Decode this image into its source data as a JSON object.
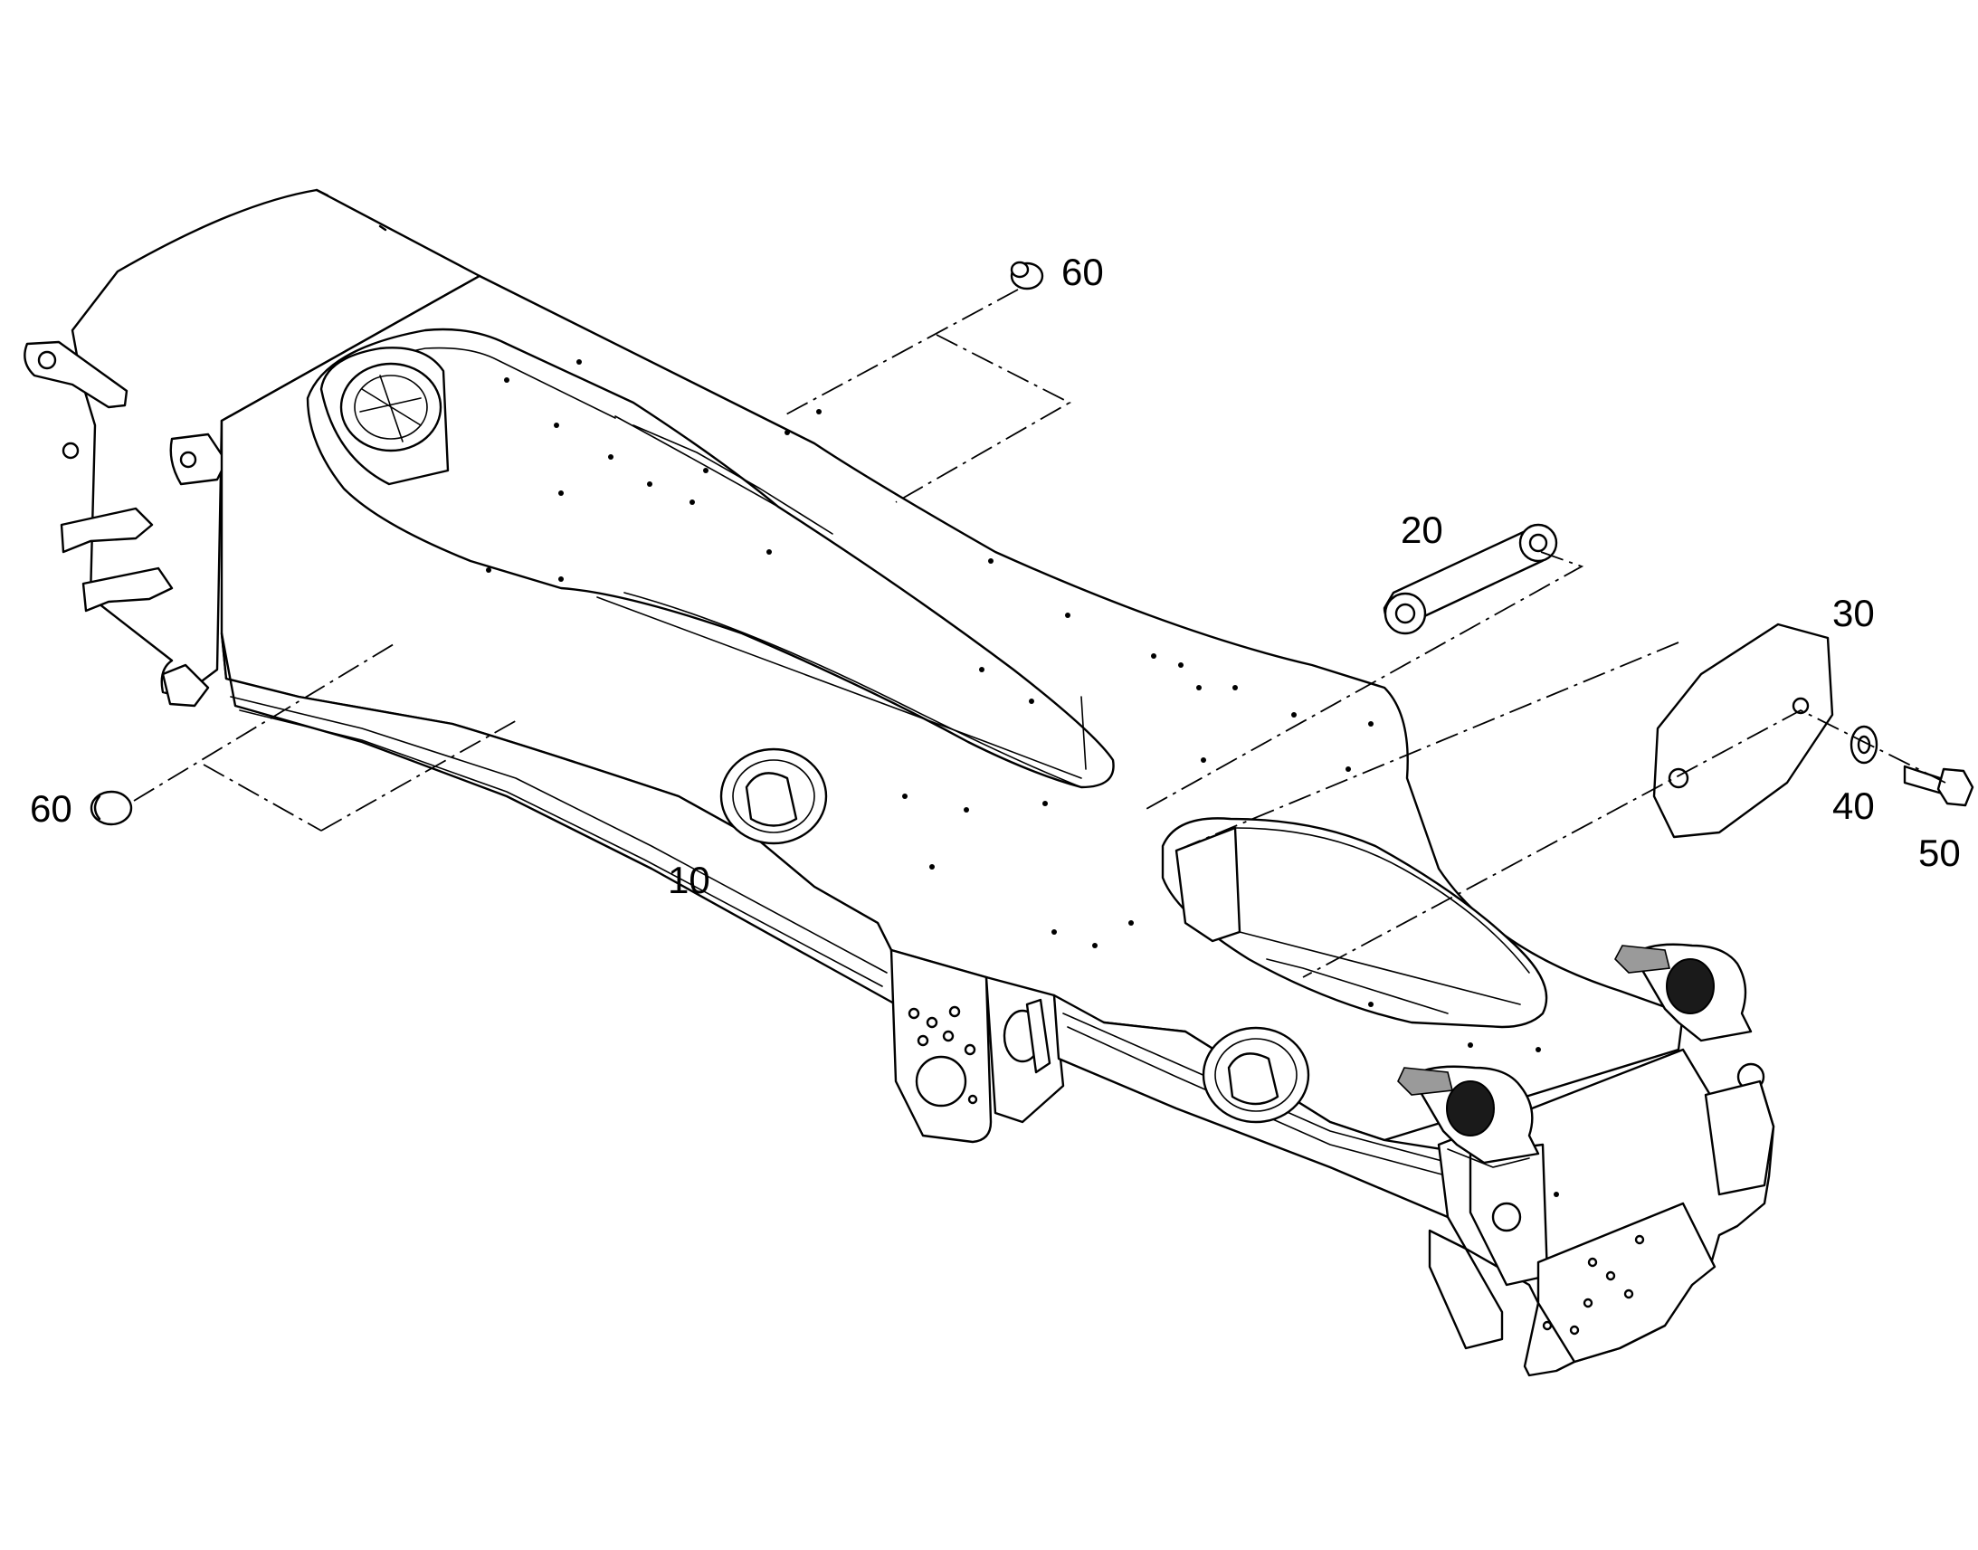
{
  "callouts": [
    {
      "id": "c60a",
      "label": "60"
    },
    {
      "id": "c60b",
      "label": "60"
    },
    {
      "id": "c20",
      "label": "20"
    },
    {
      "id": "c30",
      "label": "30"
    },
    {
      "id": "c40",
      "label": "40"
    },
    {
      "id": "c50",
      "label": "50"
    },
    {
      "id": "c10",
      "label": "10"
    }
  ],
  "colors": {
    "line": "#000000",
    "background": "#ffffff",
    "dark_fill": "#1a1a1a"
  }
}
